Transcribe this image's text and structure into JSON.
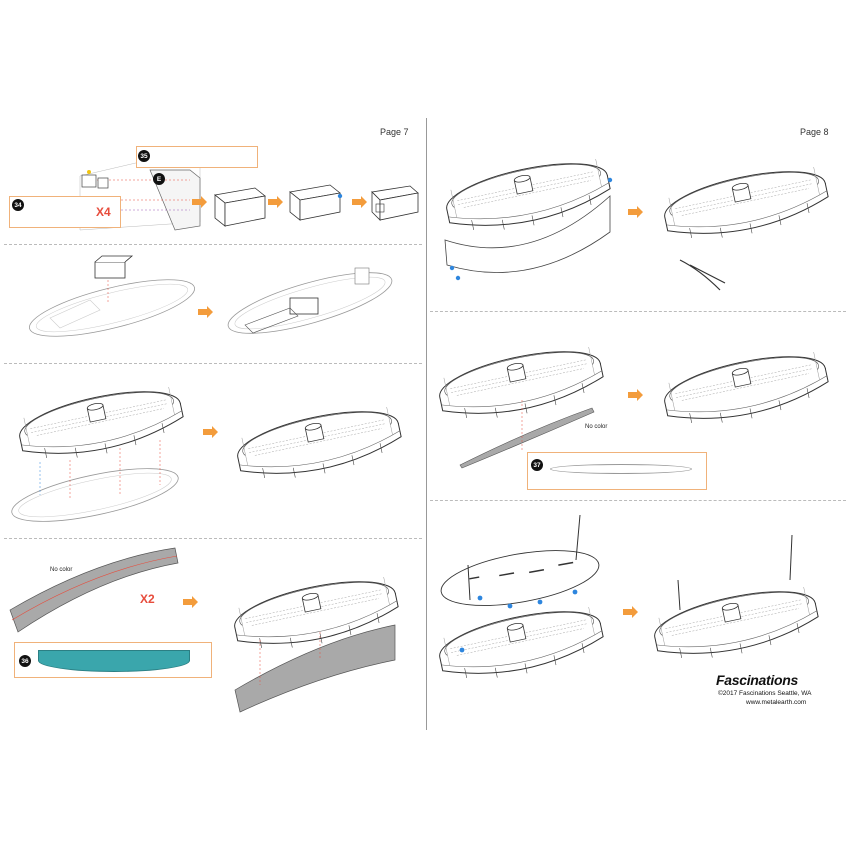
{
  "pages": {
    "left": {
      "label": "Page 7"
    },
    "right": {
      "label": "Page 8"
    }
  },
  "steps": {
    "step1": {
      "part_main": "35",
      "part_small": "34",
      "marker": "E",
      "multiplier": "X4"
    },
    "step4": {
      "note": "No color",
      "multiplier": "X2",
      "part": "36"
    },
    "step6": {
      "note": "No color",
      "part": "37"
    }
  },
  "brand": {
    "name": "Fascinations",
    "copyright": "©2017 Fascinations Seattle, WA",
    "url": "www.metalearth.com"
  },
  "colors": {
    "arrow": "#f39c3c",
    "part_box": "#f0b27a",
    "teal_part": "#3aa6ac",
    "grey_panel": "#a9a9a9",
    "guide_red": "#e74c3c",
    "guide_blue": "#2e86de",
    "guide_green": "#27ae60"
  }
}
